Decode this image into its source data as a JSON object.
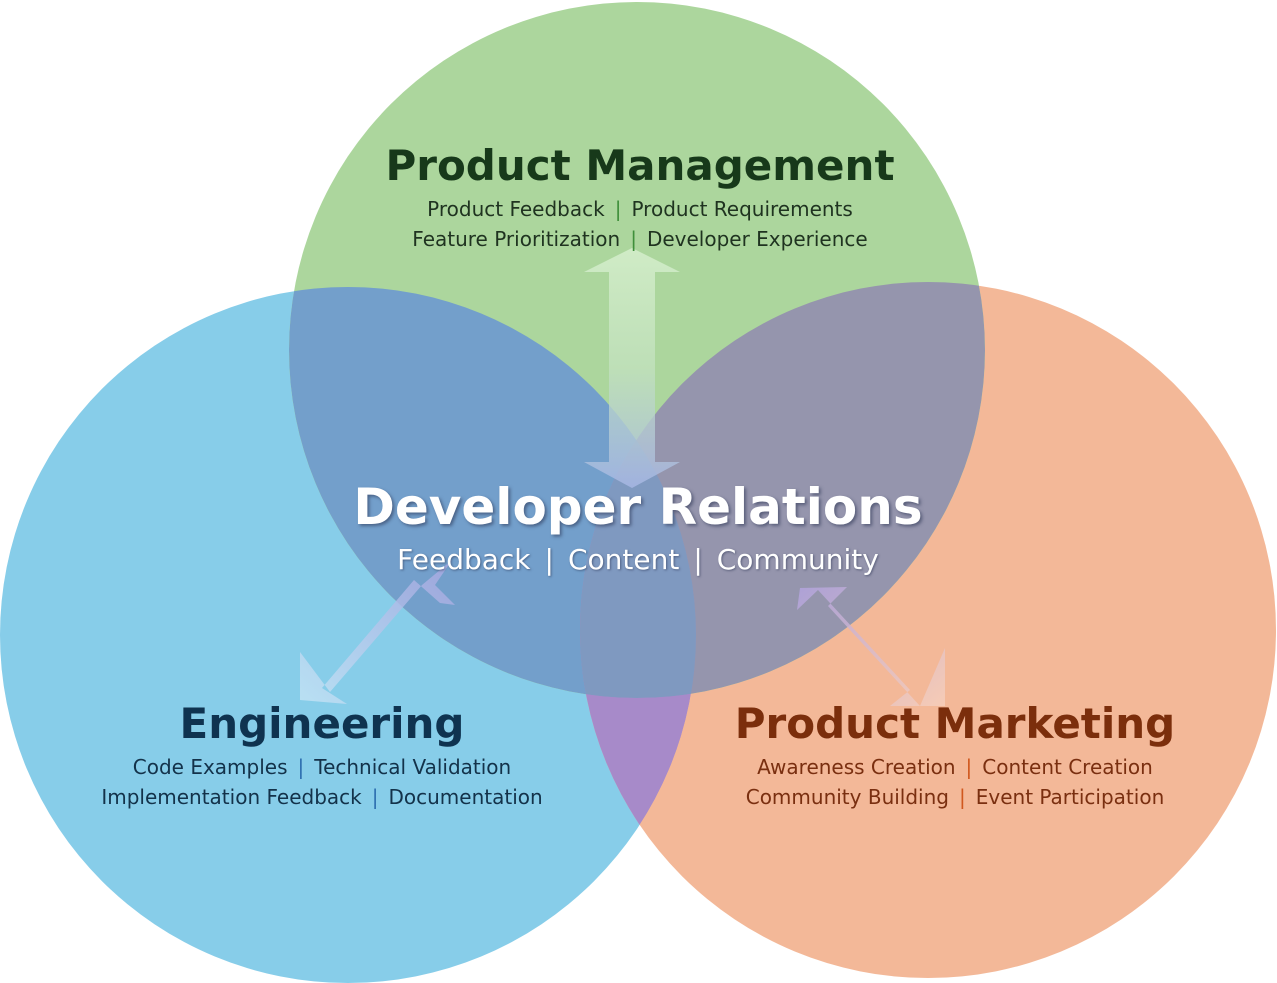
{
  "colors": {
    "product_management": "#93ca84",
    "engineering": "#6fc0e4",
    "product_marketing": "#f2a983",
    "developer_relations": "#7195c6"
  },
  "developer_relations": {
    "title": "Developer Relations",
    "items": [
      "Feedback",
      "Content",
      "Community"
    ]
  },
  "product_management": {
    "title": "Product Management",
    "line1": [
      "Product Feedback",
      "Product Requirements"
    ],
    "line2": [
      "Feature Prioritization",
      "Developer Experience"
    ]
  },
  "engineering": {
    "title": "Engineering",
    "line1": [
      "Code Examples",
      "Technical Validation"
    ],
    "line2": [
      "Implementation Feedback",
      "Documentation"
    ]
  },
  "product_marketing": {
    "title": "Product Marketing",
    "line1": [
      "Awareness Creation",
      "Content Creation"
    ],
    "line2": [
      "Community Building",
      "Event Participation"
    ]
  },
  "separator": "|"
}
